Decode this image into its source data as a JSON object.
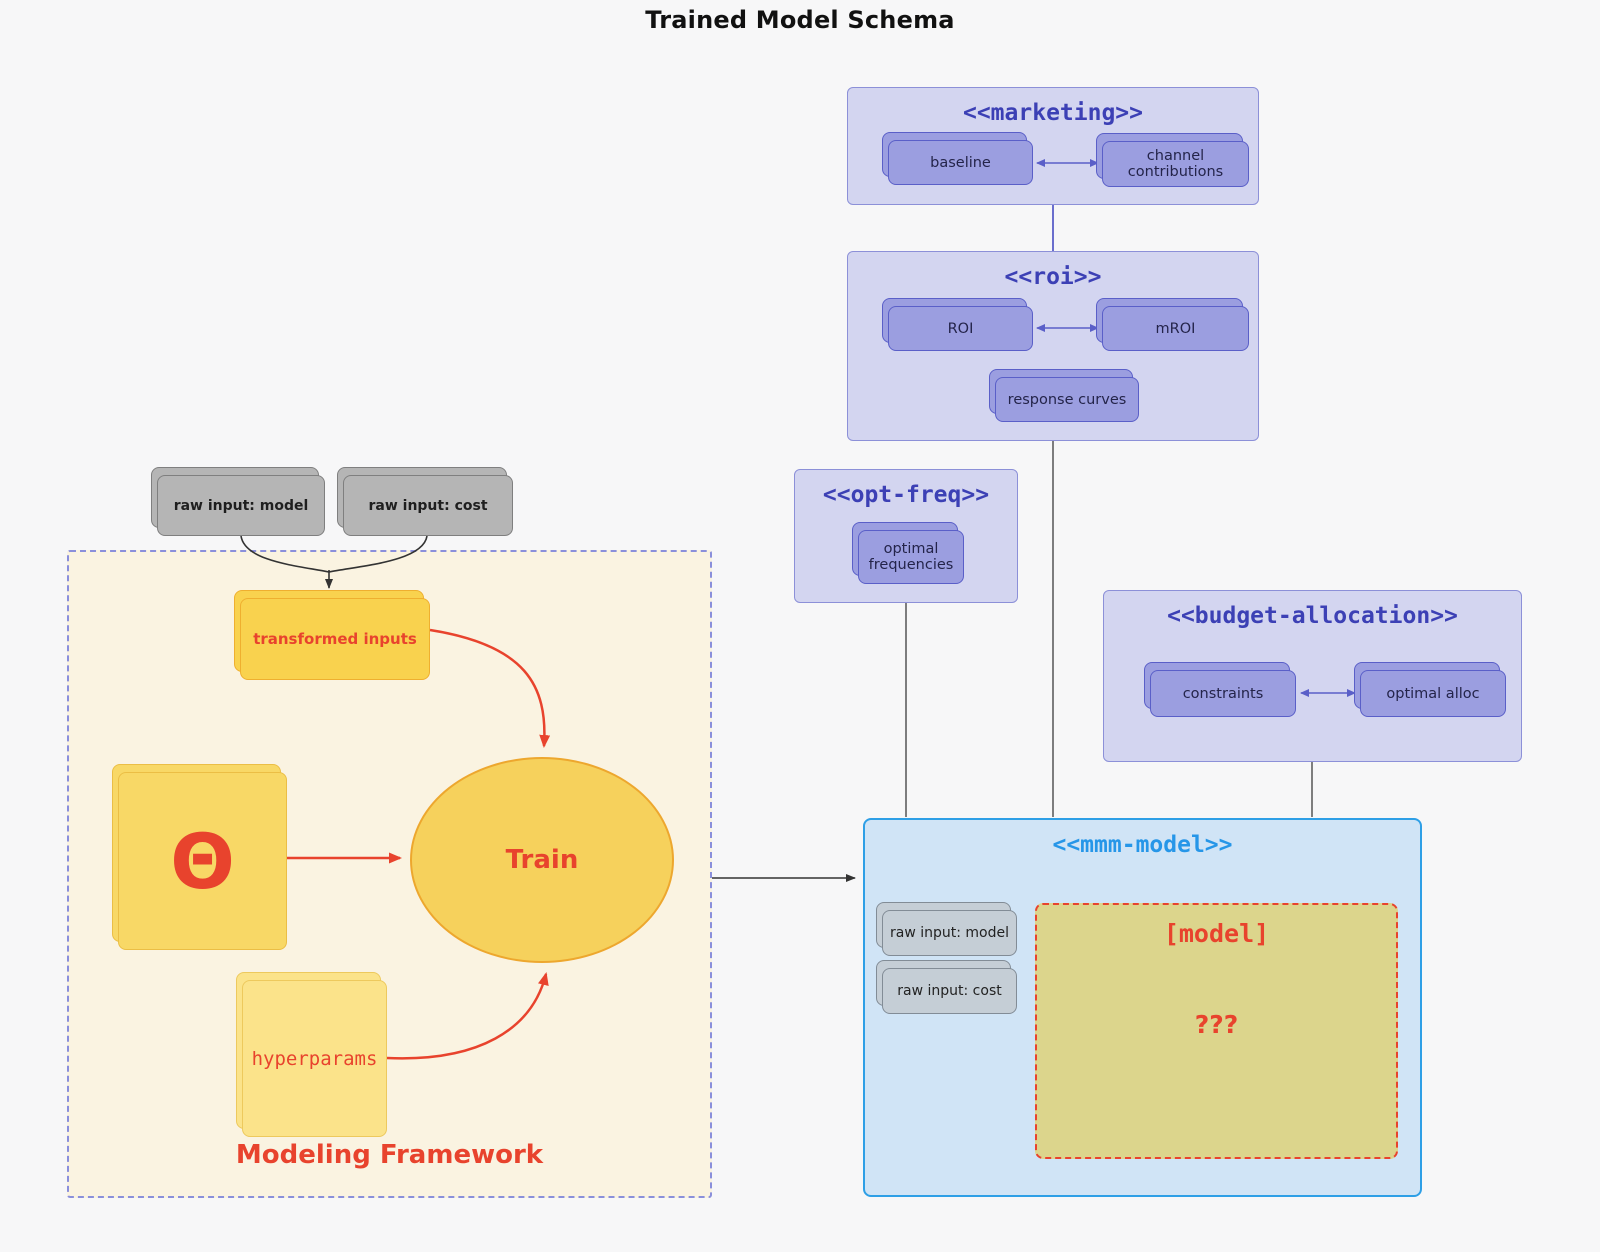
{
  "title": "Trained Model Schema",
  "containers": {
    "marketing": {
      "header": "<<marketing>>"
    },
    "roi": {
      "header": "<<roi>>"
    },
    "opt_freq": {
      "header": "<<opt-freq>>"
    },
    "budget_allocation": {
      "header": "<<budget-allocation>>"
    },
    "mmm_model": {
      "header": "<<mmm-model>>"
    },
    "modeling_framework": {
      "label": "Modeling Framework"
    }
  },
  "nodes": {
    "baseline": "baseline",
    "channel_contributions": "channel contributions",
    "roi": "ROI",
    "mroi": "mROI",
    "response_curves": "response curves",
    "optimal_frequencies": "optimal frequencies",
    "constraints": "constraints",
    "optimal_alloc": "optimal alloc",
    "raw_input_model": "raw input: model",
    "raw_input_cost": "raw input: cost",
    "transformed_inputs": "transformed inputs",
    "theta": "Θ",
    "train": "Train",
    "hyperparams": "hyperparams",
    "mmm_raw_input_model": "raw input: model",
    "mmm_raw_input_cost": "raw input: cost",
    "model_placeholder": "[model]",
    "model_unknown": "???"
  },
  "edges": [
    {
      "from": "baseline",
      "to": "channel contributions",
      "style": "bidirectional"
    },
    {
      "from": "ROI",
      "to": "mROI",
      "style": "bidirectional"
    },
    {
      "from": "constraints",
      "to": "optimal alloc",
      "style": "bidirectional"
    },
    {
      "from": "marketing",
      "to": "roi",
      "style": "line"
    },
    {
      "from": "roi",
      "to": "mmm-model",
      "style": "line"
    },
    {
      "from": "opt-freq",
      "to": "mmm-model",
      "style": "line"
    },
    {
      "from": "budget-allocation",
      "to": "mmm-model",
      "style": "line"
    },
    {
      "from": "raw input: model",
      "to": "transformed inputs",
      "style": "arrow"
    },
    {
      "from": "raw input: cost",
      "to": "transformed inputs",
      "style": "arrow"
    },
    {
      "from": "transformed inputs",
      "to": "Train",
      "style": "red-arrow"
    },
    {
      "from": "Θ",
      "to": "Train",
      "style": "red-arrow"
    },
    {
      "from": "hyperparams",
      "to": "Train",
      "style": "red-arrow"
    },
    {
      "from": "Modeling Framework",
      "to": "mmm-model",
      "style": "arrow"
    }
  ],
  "colors": {
    "background": "#F7F7F8",
    "accent_red": "#E8432D",
    "purple_container_fill": "#D3D5F0",
    "purple_container_border": "#8C90D8",
    "purple_header_text": "#3C40B5",
    "purple_node_fill": "#9B9EE0",
    "purple_node_border": "#5A5FC8",
    "gray_node_fill": "#B5B5B5",
    "framework_fill": "#FAF3E1",
    "framework_border": "#8A8FDB",
    "gold_node_fill": "#F9D24E",
    "light_gold_fill": "#FBE38A",
    "mmm_fill": "#D0E4F6",
    "mmm_border": "#2E9FE6",
    "mmm_header_text": "#2696E8",
    "bluegray_node_fill": "#C5CED6",
    "khaki_fill": "#DCD58C",
    "connector_dark": "#555555"
  }
}
